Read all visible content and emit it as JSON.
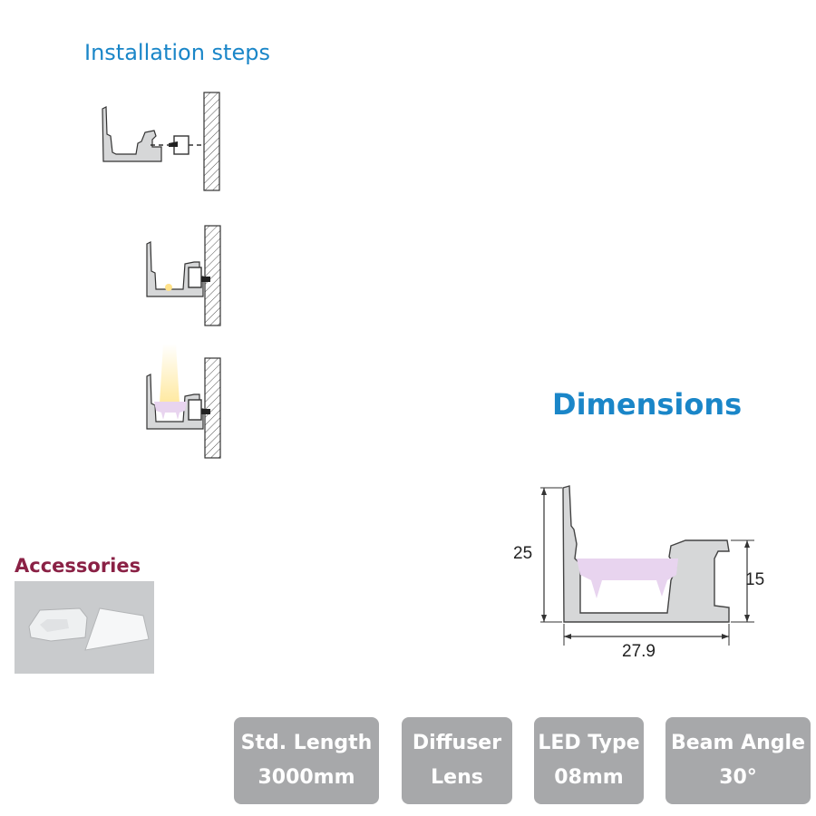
{
  "installation": {
    "title": "Installation steps"
  },
  "dimensions": {
    "title": "Dimensions",
    "height_label": "25",
    "lens_height_label": "15",
    "width_label": "27.9"
  },
  "accessories": {
    "title": "Accessories"
  },
  "specs": [
    {
      "line1": "Std. Length",
      "line2": "3000mm"
    },
    {
      "line1": "Diffuser",
      "line2": "Lens"
    },
    {
      "line1": "LED Type",
      "line2": "08mm"
    },
    {
      "line1": "Beam Angle",
      "line2": "30°"
    }
  ],
  "colors": {
    "heading_blue": "#1a86c8",
    "accessories_label": "#8a2145",
    "badge_bg": "#a7a8aa",
    "profile_fill": "#d6d7d8",
    "diffuser": "#e8d4ef"
  }
}
